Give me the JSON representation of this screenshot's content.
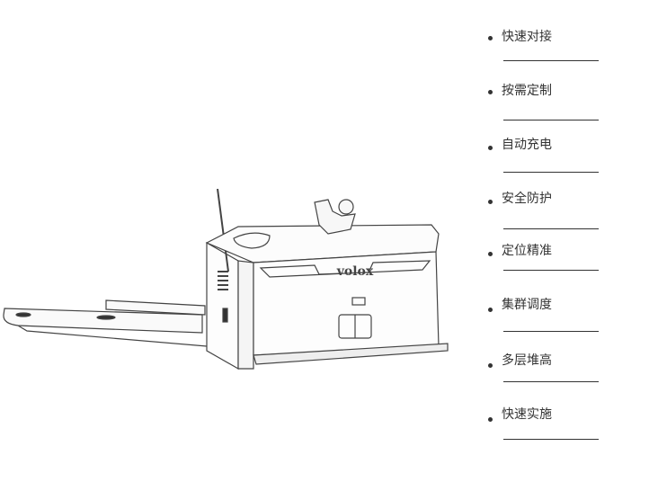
{
  "product": {
    "brand_logo": "volox"
  },
  "features": [
    {
      "label": "快速对接"
    },
    {
      "label": "按需定制"
    },
    {
      "label": "自动充电"
    },
    {
      "label": "安全防护"
    },
    {
      "label": "定位精准"
    },
    {
      "label": "集群调度"
    },
    {
      "label": "多层堆高"
    },
    {
      "label": "快速实施"
    }
  ]
}
